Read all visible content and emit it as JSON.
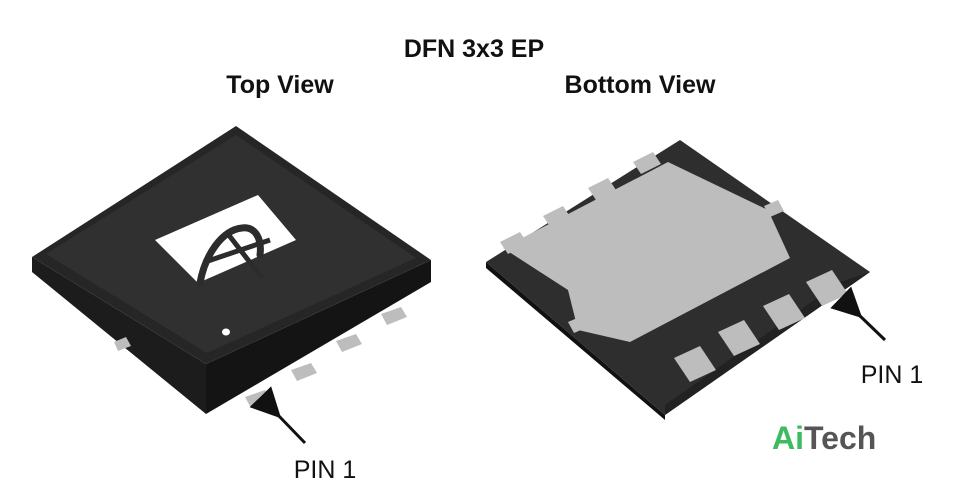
{
  "title": "DFN 3x3 EP",
  "top_view": {
    "heading": "Top View",
    "pin_label": "PIN 1"
  },
  "bottom_view": {
    "heading": "Bottom View",
    "pin_label": "PIN 1"
  },
  "brand": {
    "part1": "Ai",
    "part2": "Tech",
    "color1": "#3dbb5e",
    "color2": "#555555"
  },
  "colors": {
    "body_top": "#2e2e2e",
    "body_side": "#1a1a1a",
    "pad": "#bdbdbd",
    "marking": "#ffffff"
  }
}
